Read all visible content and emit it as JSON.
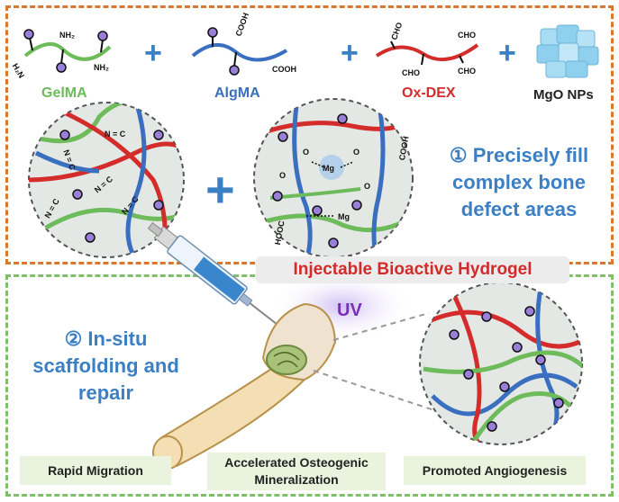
{
  "components": {
    "gelma": "GelMA",
    "algma": "AlgMA",
    "oxdex": "Ox-DEX",
    "mgo": "MgO NPs"
  },
  "chem_labels": {
    "nh2": "NH₂",
    "h2n": "H₂N",
    "cooh": "COOH",
    "hooc": "HOOC",
    "cho": "CHO",
    "mg": "Mg",
    "imine": "N = C",
    "o": "O"
  },
  "plus": "+",
  "step1": {
    "marker": "①",
    "lines": [
      "Precisely fill",
      "complex bone",
      "defect areas"
    ]
  },
  "hydrogel_title": "Injectable Bioactive Hydrogel",
  "uv": "UV",
  "step2": {
    "marker": "②",
    "lines": [
      "In-situ",
      "scaffolding and",
      "repair"
    ]
  },
  "outcomes": [
    "Rapid Migration",
    "Accelerated Osteogenic Mineralization",
    "Promoted Angiogenesis"
  ],
  "colors": {
    "gelma": "#6dbb5a",
    "algma": "#3a6fc0",
    "oxdex": "#d42b2b",
    "mgo": "#8ed0ee",
    "step_text": "#3b7fc4",
    "top_border": "#d9762f",
    "bottom_border": "#7fbf6a",
    "bead": "#9a7fd8"
  }
}
